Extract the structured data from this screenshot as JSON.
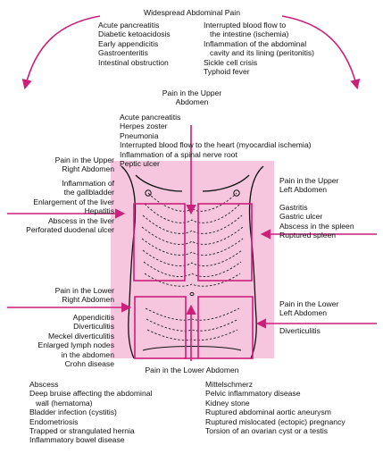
{
  "colors": {
    "accent": "#cc1f7a",
    "torso_fill": "#f6c6de",
    "outline": "#111111"
  },
  "widespread": {
    "title": "Widespread Abdominal Pain",
    "left": [
      "Acute pancreatitis",
      "Diabetic ketoacidosis",
      "Early appendicitis",
      "Gastroenteritis",
      "Intestinal obstruction"
    ],
    "right": [
      "Interrupted blood flow to",
      "the intestine (ischemia)",
      "Inflammation of the abdominal",
      "cavity and its lining (peritonitis)",
      "Sickle cell crisis",
      "Typhoid fever"
    ]
  },
  "upper": {
    "title_line1": "Pain in the Upper",
    "title_line2": "Abdomen",
    "items": [
      "Acute pancreatitis",
      "Herpes zoster",
      "Pneumonia",
      "Interrupted blood flow to the heart (myocardial ischemia)",
      "Inflammation of a spinal nerve root",
      "Peptic ulcer"
    ]
  },
  "upper_right": {
    "title_line1": "Pain in the Upper",
    "title_line2": "Right Abdomen",
    "items": [
      "Inflammation of",
      "the gallbladder",
      "Enlargement of the liver",
      "Hepatitis",
      "Abscess in the liver",
      "Perforated duodenal ulcer"
    ]
  },
  "upper_left": {
    "title_line1": "Pain in the Upper",
    "title_line2": "Left Abdomen",
    "items": [
      "Gastritis",
      "Gastric ulcer",
      "Abscess in the spleen",
      "Ruptured spleen"
    ]
  },
  "lower_right": {
    "title_line1": "Pain in the Lower",
    "title_line2": "Right Abdomen",
    "items": [
      "Appendicitis",
      "Diverticulitis",
      "Meckel diverticulitis",
      "Enlarged lymph nodes",
      "in the abdomen",
      "Crohn disease"
    ]
  },
  "lower_left": {
    "title_line1": "Pain in the Lower",
    "title_line2": "Left Abdomen",
    "items": [
      "Diverticulitis"
    ]
  },
  "lower": {
    "title": "Pain in the Lower Abdomen",
    "left": [
      "Abscess",
      "Deep bruise affecting the abdominal",
      "wall (hematoma)",
      "Bladder infection (cystitis)",
      "Endometriosis",
      "Trapped or strangulated hernia",
      "Inflammatory bowel disease"
    ],
    "right": [
      "Mittelschmerz",
      "Pelvic inflammatory disease",
      "Kidney stone",
      "Ruptured abdominal aortic aneurysm",
      "Ruptured mislocated (ectopic) pregnancy",
      "Torsion of an ovarian cyst or a testis"
    ]
  }
}
